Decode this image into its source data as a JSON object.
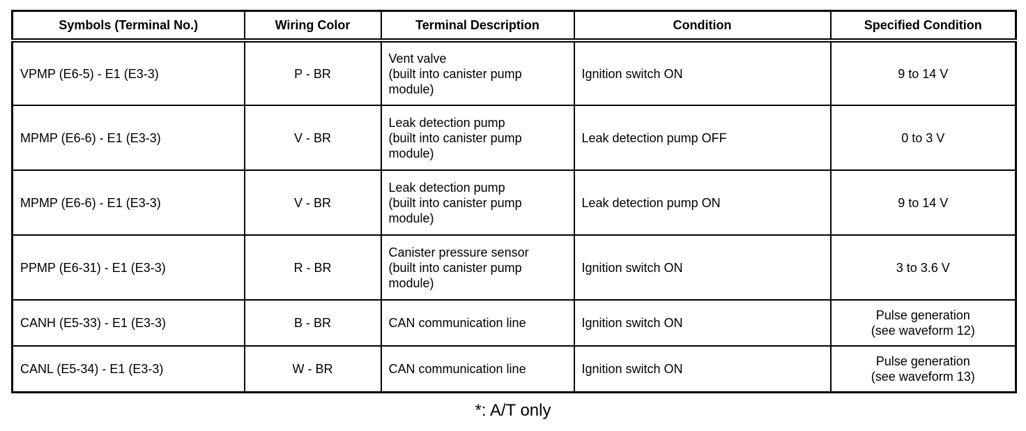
{
  "table": {
    "columns": [
      "Symbols (Terminal No.)",
      "Wiring Color",
      "Terminal Description",
      "Condition",
      "Specified Condition"
    ],
    "rows": [
      {
        "symbols": "VPMP (E6-5) - E1 (E3-3)",
        "wiring_color": "P - BR",
        "terminal_description": "Vent valve\n(built into canister pump module)",
        "condition": "Ignition switch ON",
        "specified_condition": "9 to 14 V"
      },
      {
        "symbols": "MPMP (E6-6) - E1 (E3-3)",
        "wiring_color": "V - BR",
        "terminal_description": "Leak detection pump\n(built into canister pump module)",
        "condition": "Leak detection pump OFF",
        "specified_condition": "0 to 3 V"
      },
      {
        "symbols": "MPMP (E6-6) - E1 (E3-3)",
        "wiring_color": "V - BR",
        "terminal_description": "Leak detection pump\n(built into canister pump module)",
        "condition": "Leak detection pump ON",
        "specified_condition": "9 to 14 V"
      },
      {
        "symbols": "PPMP (E6-31) - E1 (E3-3)",
        "wiring_color": "R - BR",
        "terminal_description": "Canister pressure sensor\n(built into canister pump module)",
        "condition": "Ignition switch ON",
        "specified_condition": "3 to 3.6 V"
      },
      {
        "symbols": "CANH (E5-33) - E1 (E3-3)",
        "wiring_color": "B - BR",
        "terminal_description": "CAN communication line",
        "condition": "Ignition switch ON",
        "specified_condition": "Pulse generation\n(see waveform 12)"
      },
      {
        "symbols": "CANL (E5-34) - E1 (E3-3)",
        "wiring_color": "W - BR",
        "terminal_description": "CAN communication line",
        "condition": "Ignition switch ON",
        "specified_condition": "Pulse generation\n(see waveform 13)"
      }
    ]
  },
  "footnote": "*: A/T only"
}
